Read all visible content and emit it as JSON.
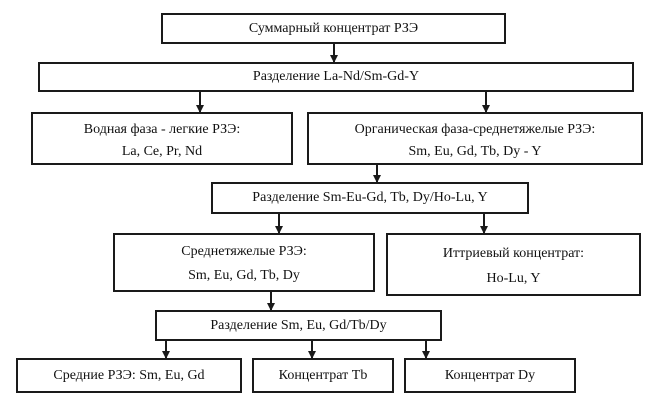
{
  "nodes": {
    "n1": {
      "lines": [
        "Суммарный концентрат РЗЭ"
      ]
    },
    "n2": {
      "lines": [
        "Разделение La-Nd/Sm-Gd-Y"
      ]
    },
    "n3": {
      "lines": [
        "Водная фаза - легкие РЗЭ:",
        "La, Ce, Pr, Nd"
      ]
    },
    "n4": {
      "lines": [
        "Органическая фаза-среднетяжелые РЗЭ:",
        "Sm, Eu, Gd, Tb, Dy - Y"
      ]
    },
    "n5": {
      "lines": [
        "Разделение Sm-Eu-Gd, Tb, Dy/Ho-Lu, Y"
      ]
    },
    "n6": {
      "lines": [
        "Среднетяжелые РЗЭ:",
        "Sm, Eu, Gd, Tb, Dy"
      ]
    },
    "n7": {
      "lines": [
        "Иттриевый концентрат:",
        "Ho-Lu, Y"
      ]
    },
    "n8": {
      "lines": [
        "Разделение Sm, Eu, Gd/Tb/Dy"
      ]
    },
    "n9": {
      "lines": [
        "Средние РЗЭ: Sm, Eu, Gd"
      ]
    },
    "n10": {
      "lines": [
        "Концентрат Tb"
      ]
    },
    "n11": {
      "lines": [
        "Концентрат Dy"
      ]
    }
  },
  "edges": [
    [
      "n1",
      "n2"
    ],
    [
      "n2",
      "n3"
    ],
    [
      "n2",
      "n4"
    ],
    [
      "n4",
      "n5"
    ],
    [
      "n5",
      "n6"
    ],
    [
      "n5",
      "n7"
    ],
    [
      "n6",
      "n8"
    ],
    [
      "n8",
      "n9"
    ],
    [
      "n8",
      "n10"
    ],
    [
      "n8",
      "n11"
    ]
  ]
}
